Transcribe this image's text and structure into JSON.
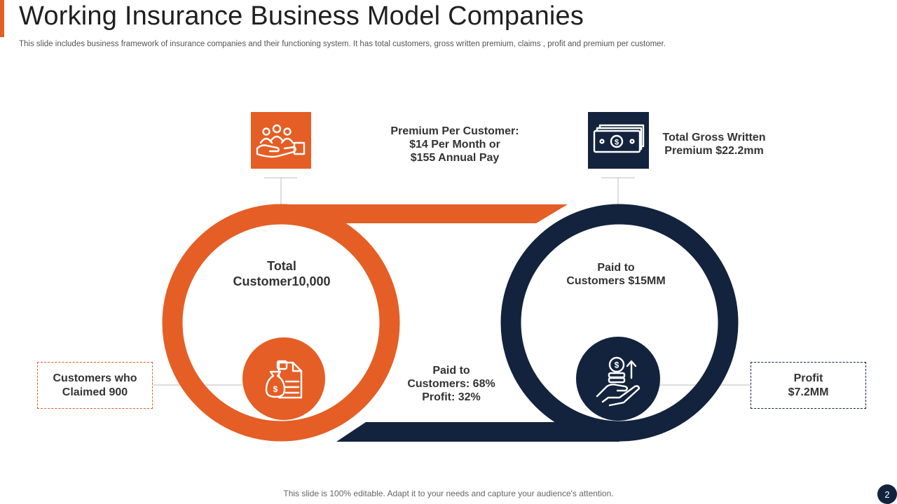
{
  "header": {
    "title": "Working Insurance Business Model Companies",
    "subtitle": "This slide includes business framework of insurance companies and their functioning system. It has total customers, gross written premium, claims , profit and premium per customer."
  },
  "diagram": {
    "premium_per_customer": [
      "Premium Per Customer:",
      "$14 Per Month or",
      "$155 Annual Pay"
    ],
    "gross_written_premium": [
      "Total Gross Written",
      "Premium $22.2mm"
    ],
    "total_customers": [
      "Total",
      "Customer10,000"
    ],
    "paid_to_customers": [
      "Paid to",
      "Customers $15MM"
    ],
    "split": [
      "Paid to",
      "Customers: 68%",
      "Profit: 32%"
    ],
    "claimed": [
      "Customers who",
      "Claimed 900"
    ],
    "profit": [
      "Profit",
      "$7.2MM"
    ]
  },
  "icons": {
    "left_top": "customers-in-hand-icon",
    "right_top": "banknote-icon",
    "left_bottom": "money-bag-document-icon",
    "right_bottom": "coin-in-hand-icon"
  },
  "colors": {
    "accent": "#E55E25",
    "navy": "#13233d",
    "text": "#333333"
  },
  "footer": {
    "note": "This slide is 100% editable. Adapt it to your needs and capture your audience's attention.",
    "page_number": "2"
  }
}
